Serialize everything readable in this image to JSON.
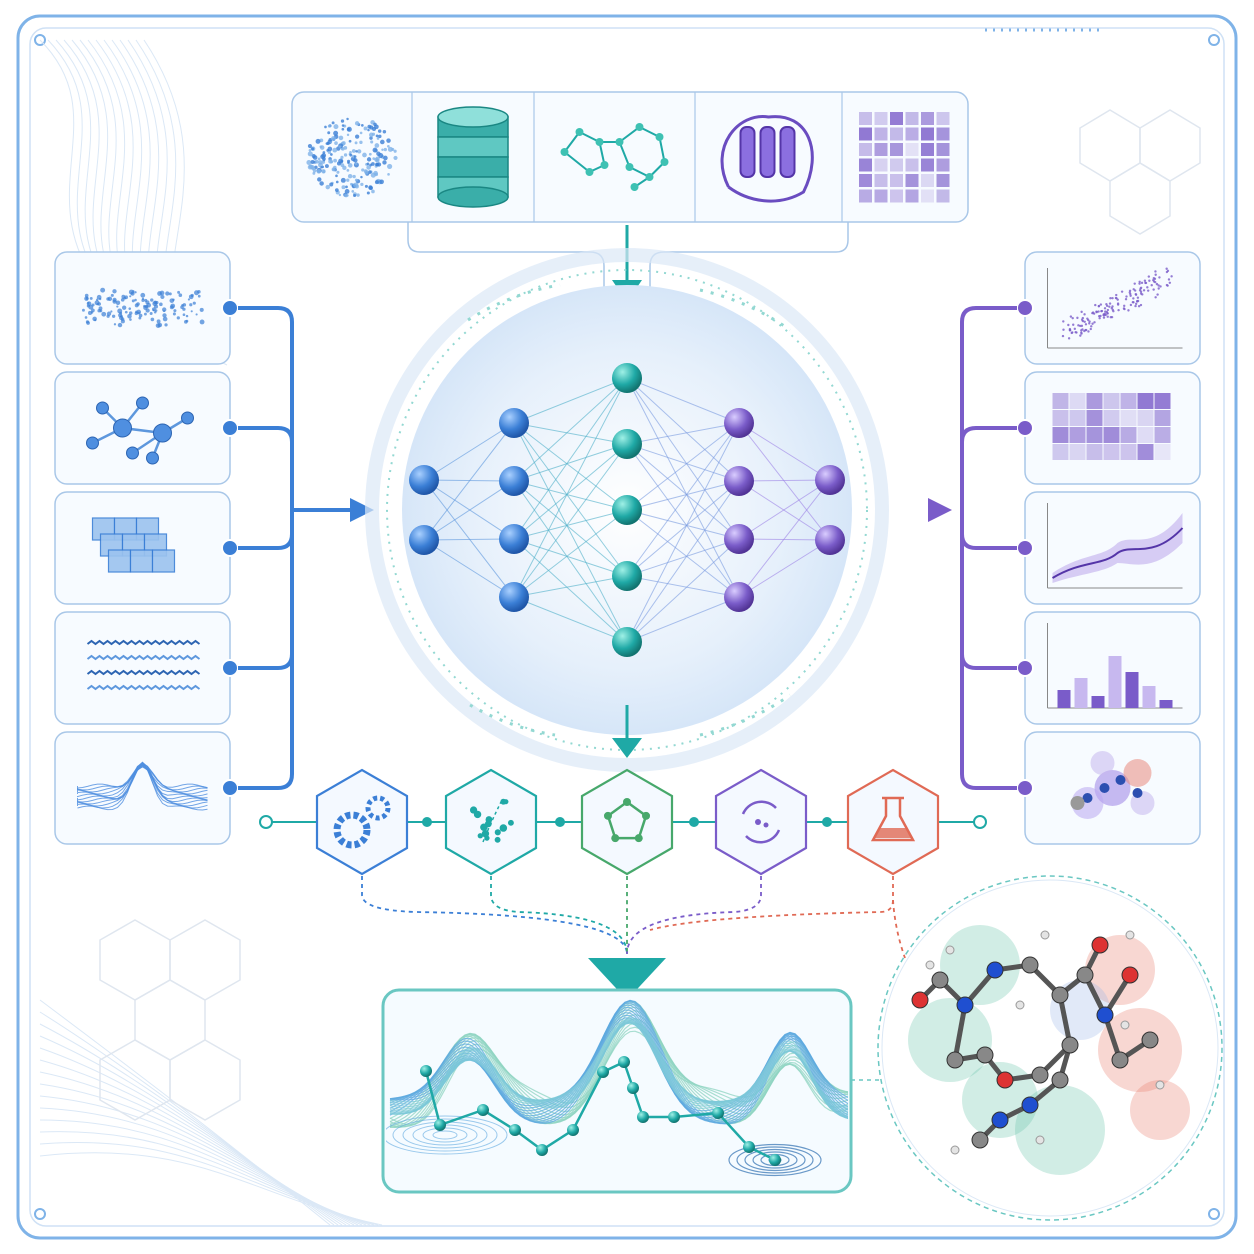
{
  "palette": {
    "blue": "#3b7fd6",
    "blue_light": "#9cc3ef",
    "teal": "#1fa9a6",
    "teal_light": "#93d8d2",
    "green": "#47a86b",
    "purple": "#7a5cc9",
    "purple_light": "#c7b8ef",
    "red": "#e06a55",
    "frame": "#7fb3e8",
    "panel_border": "#a9c7e8",
    "panel_fill": "#f7fbff"
  },
  "top_bar": {
    "panels": [
      {
        "icon": "point-cloud-icon"
      },
      {
        "icon": "database-icon"
      },
      {
        "icon": "molecular-graph-icon"
      },
      {
        "icon": "protein-structure-icon"
      },
      {
        "icon": "matrix-grid-icon"
      }
    ]
  },
  "left_inputs": [
    {
      "icon": "scatter-cloud-icon"
    },
    {
      "icon": "network-graph-icon"
    },
    {
      "icon": "voxel-cube-icon"
    },
    {
      "icon": "sequence-text-icon"
    },
    {
      "icon": "surface-plot-icon"
    }
  ],
  "right_outputs": [
    {
      "icon": "scatter-correlation-icon"
    },
    {
      "icon": "heatmap-icon"
    },
    {
      "icon": "line-band-chart-icon"
    },
    {
      "icon": "bar-chart-icon"
    },
    {
      "icon": "molecule-3d-icon"
    }
  ],
  "network": {
    "layers": [
      2,
      4,
      5,
      4,
      2
    ],
    "layer_colors": [
      "#3b7fd6",
      "#3b7fd6",
      "#1fa9a6",
      "#7a5cc9",
      "#7a5cc9"
    ]
  },
  "pipeline": {
    "stages": [
      {
        "icon": "gears-icon",
        "color": "#3b7fd6"
      },
      {
        "icon": "particles-icon",
        "color": "#1fa9a6"
      },
      {
        "icon": "pentagon-ring-icon",
        "color": "#47a86b"
      },
      {
        "icon": "cycle-arrows-icon",
        "color": "#7a5cc9"
      },
      {
        "icon": "flask-icon",
        "color": "#e06a55"
      }
    ]
  },
  "landscape": {
    "icon": "energy-landscape-icon"
  },
  "molecule_zoom": {
    "icon": "molecule-zoom-icon"
  }
}
